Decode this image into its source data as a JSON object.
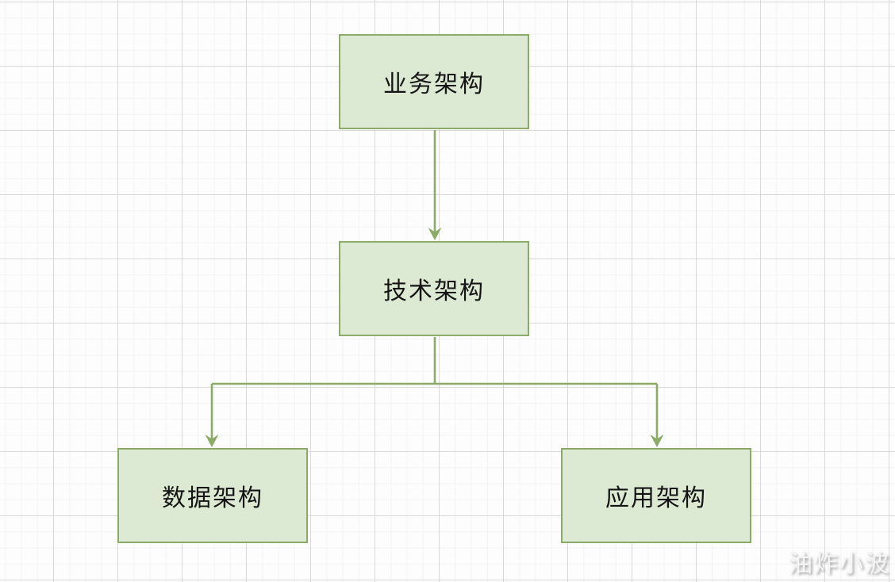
{
  "diagram": {
    "title": "architecture-flowchart",
    "nodes": [
      {
        "id": "business-architecture",
        "label": "业务架构"
      },
      {
        "id": "technology-architecture",
        "label": "技术架构"
      },
      {
        "id": "data-architecture",
        "label": "数据架构"
      },
      {
        "id": "application-architecture",
        "label": "应用架构"
      }
    ],
    "edges": [
      {
        "from": "业务架构",
        "to": "技术架构",
        "style": "solid-arrow-down"
      },
      {
        "from": "技术架构",
        "to": "数据架构",
        "style": "solid-arrow-down"
      },
      {
        "from": "技术架构",
        "to": "应用架构",
        "style": "solid-arrow-down"
      }
    ],
    "colors": {
      "node_fill": "#dcead3",
      "node_border": "#8cab68",
      "connector": "#8cab68",
      "node_text": "#141414",
      "grid_minor": "#f3f3f3",
      "grid_major": "#d9d9d9",
      "background": "#fdfdfd"
    }
  },
  "watermark": {
    "text": "油炸小波"
  }
}
